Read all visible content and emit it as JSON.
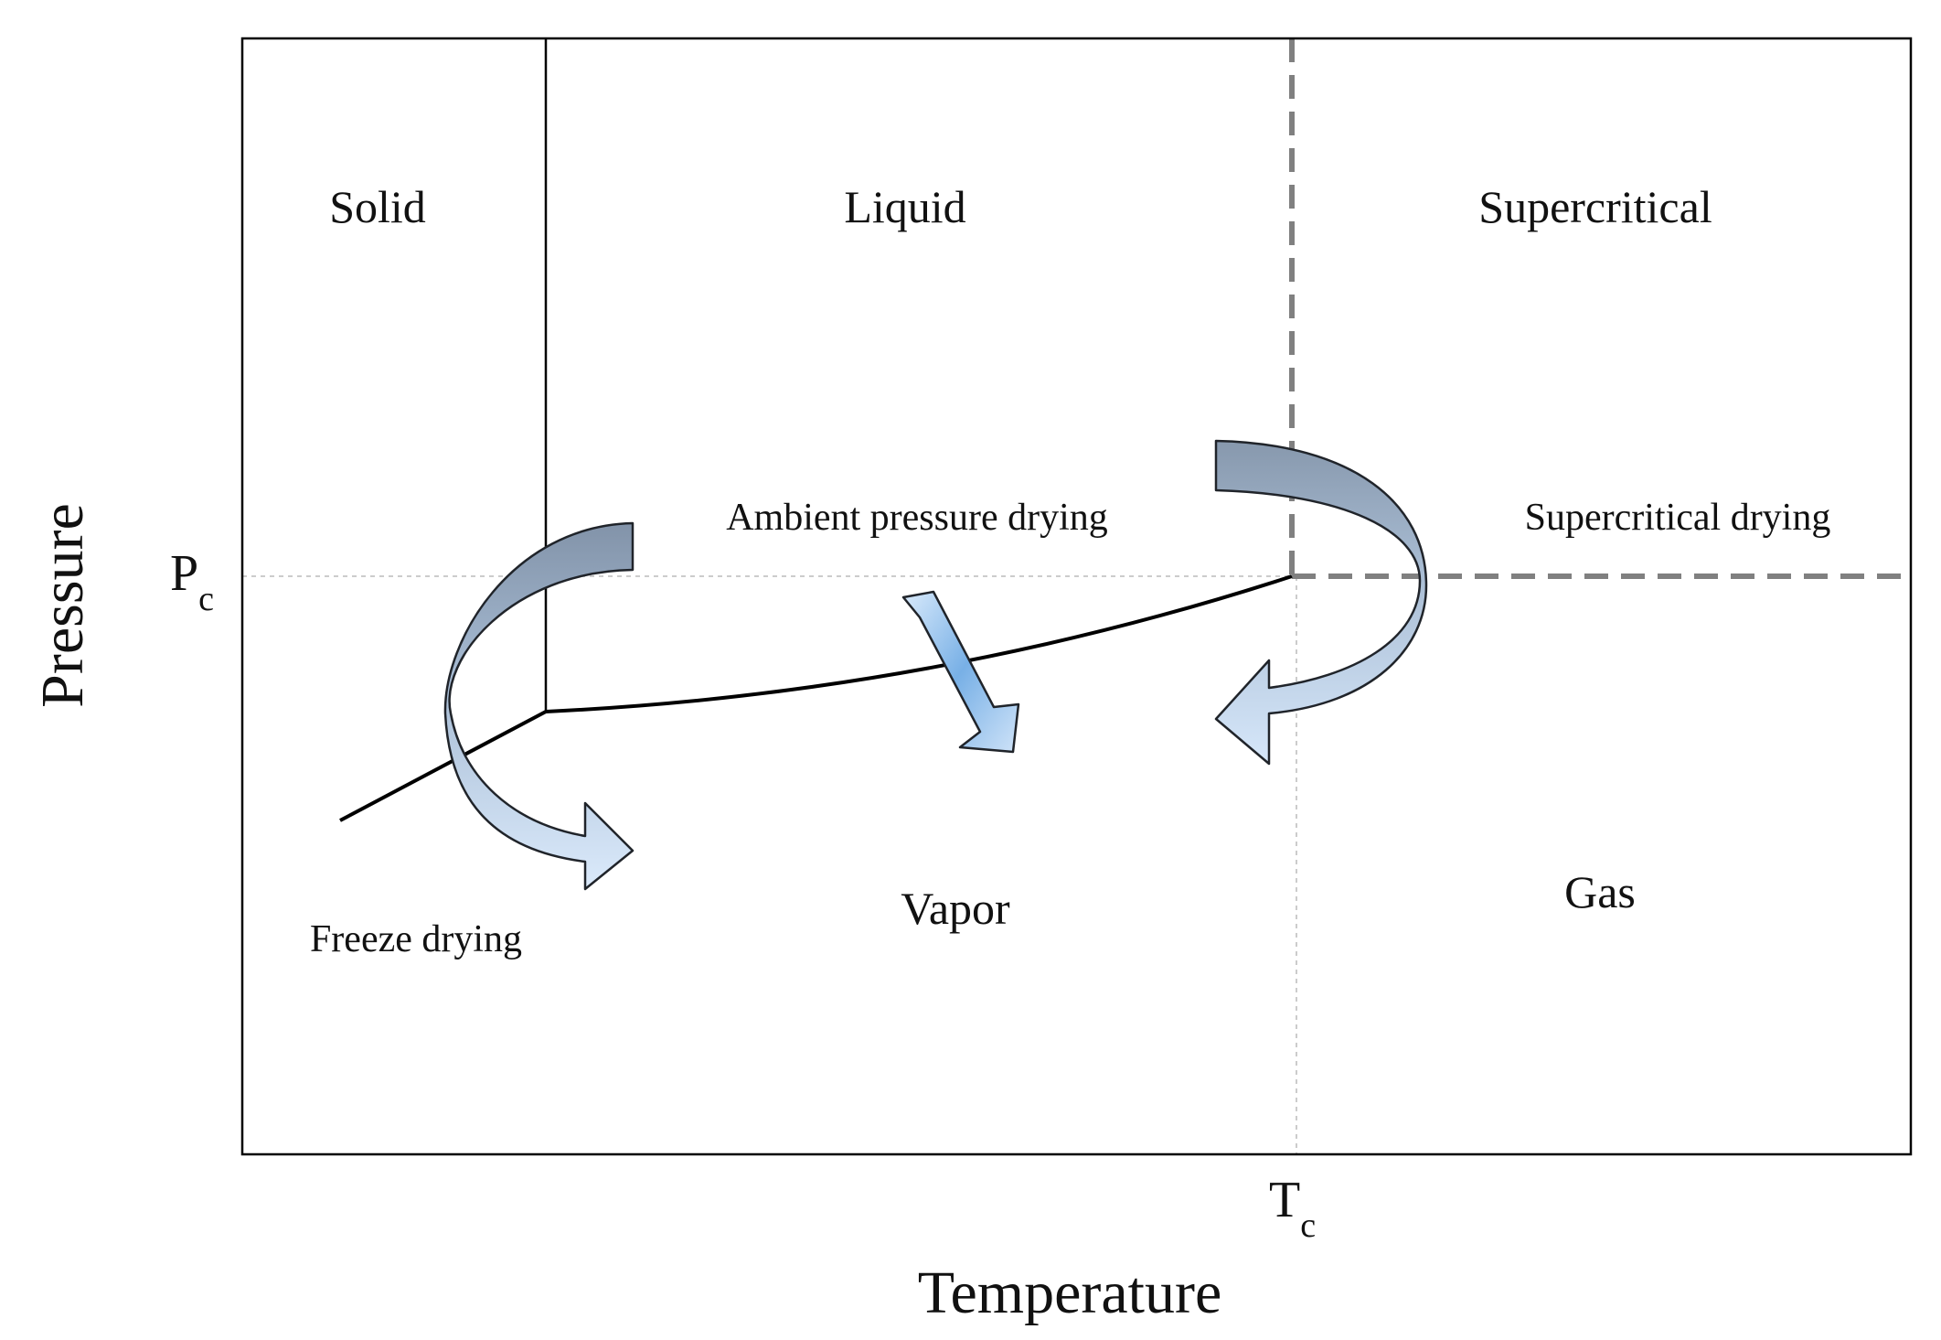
{
  "diagram": {
    "axes": {
      "x_title": "Temperature",
      "y_title": "Pressure",
      "pc_main": "P",
      "pc_sub": "c",
      "tc_main": "T",
      "tc_sub": "c"
    },
    "regions": {
      "solid": "Solid",
      "liquid": "Liquid",
      "supercritical": "Supercritical",
      "vapor": "Vapor",
      "gas": "Gas"
    },
    "processes": {
      "freeze": "Freeze drying",
      "ambient": "Ambient pressure drying",
      "supercritical": "Supercritical drying"
    },
    "colors": {
      "arrow_dark": "#8899ae",
      "arrow_light": "#c7ddf5",
      "arrow_mid": "#7cb3e6",
      "phase_line": "#000000",
      "critical_dash": "#808080",
      "guide_line": "#cccccc"
    }
  }
}
